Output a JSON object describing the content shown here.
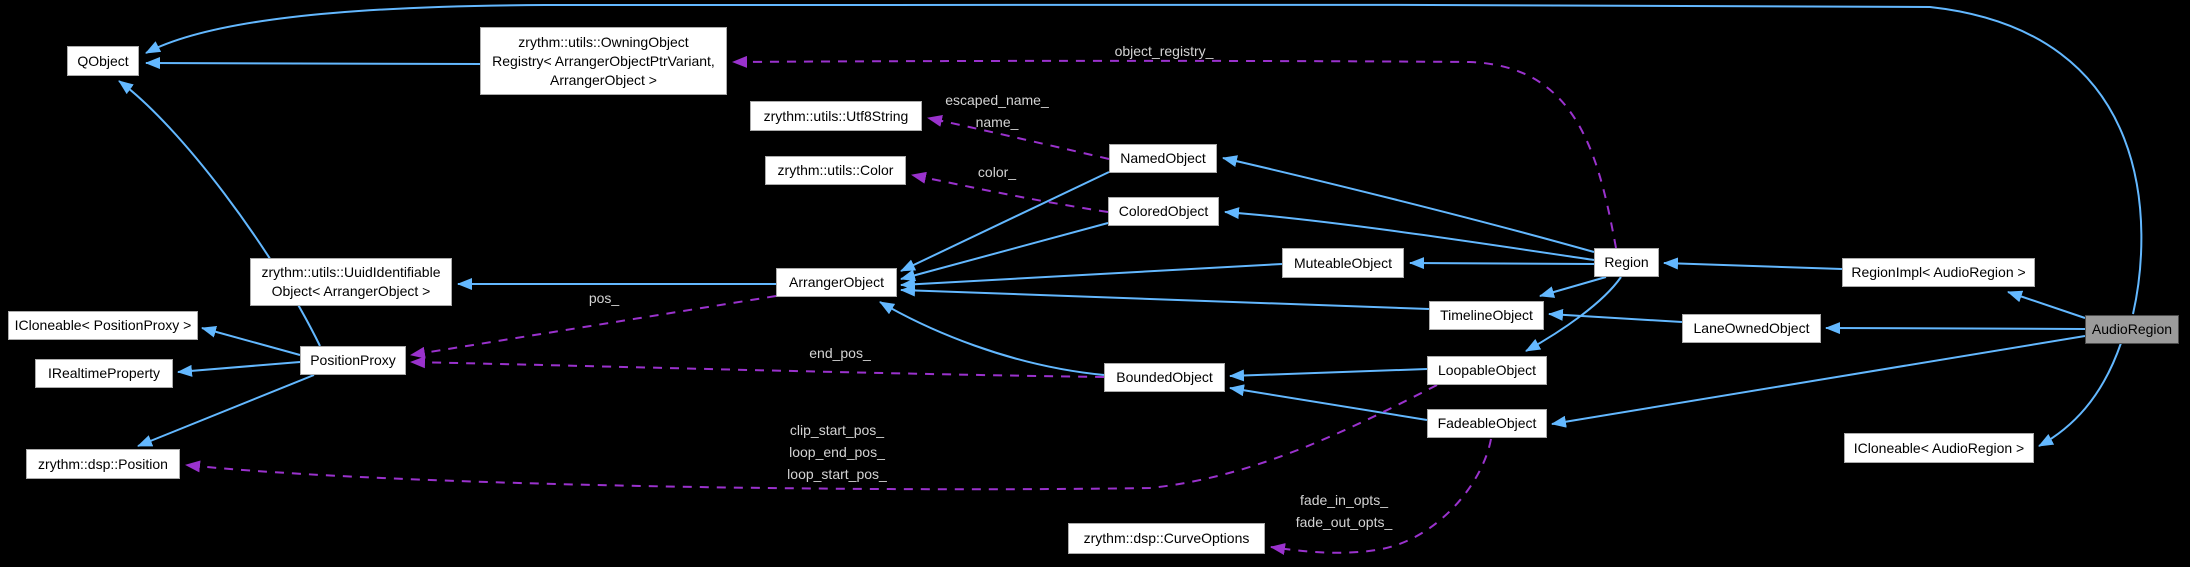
{
  "diagram": {
    "type": "class-collaboration-graph",
    "colors": {
      "background": "#000000",
      "inheritance_edge": "#63B8FF",
      "usage_edge": "#9A32CD",
      "node_fill": "#FFFFFF",
      "node_border": "#ABABAB",
      "node_text": "#000000",
      "highlight_node_fill": "#9B9B9B",
      "highlight_node_border": "#4D4D4D",
      "edge_label_text": "#D3D3D3"
    },
    "nodes": {
      "qobject": {
        "label": "QObject"
      },
      "owning_object_registry": {
        "label": "zrythm::utils::OwningObject\nRegistry< ArrangerObjectPtrVariant,\nArrangerObject >"
      },
      "utf8_string": {
        "label": "zrythm::utils::Utf8String"
      },
      "color": {
        "label": "zrythm::utils::Color"
      },
      "named_object": {
        "label": "NamedObject"
      },
      "colored_object": {
        "label": "ColoredObject"
      },
      "uuid_identifiable_object": {
        "label": "zrythm::utils::UuidIdentifiable\nObject< ArrangerObject >"
      },
      "icloneable_position_proxy": {
        "label": "ICloneable< PositionProxy >"
      },
      "irealtime_property": {
        "label": "IRealtimeProperty"
      },
      "position_proxy": {
        "label": "PositionProxy"
      },
      "dsp_position": {
        "label": "zrythm::dsp::Position"
      },
      "arranger_object": {
        "label": "ArrangerObject"
      },
      "muteable_object": {
        "label": "MuteableObject"
      },
      "timeline_object": {
        "label": "TimelineObject"
      },
      "bounded_object": {
        "label": "BoundedObject"
      },
      "loopable_object": {
        "label": "LoopableObject"
      },
      "fadeable_object": {
        "label": "FadeableObject"
      },
      "region": {
        "label": "Region"
      },
      "region_impl": {
        "label": "RegionImpl< AudioRegion >"
      },
      "lane_owned_object": {
        "label": "LaneOwnedObject"
      },
      "audio_region": {
        "label": "AudioRegion"
      },
      "icloneable_audio_region": {
        "label": "ICloneable< AudioRegion >"
      },
      "curve_options": {
        "label": "zrythm::dsp::CurveOptions"
      }
    },
    "edge_labels": {
      "object_registry": "object_registry_",
      "name_members": "escaped_name_\nname_",
      "color_member": "color_",
      "pos_member": "pos_",
      "end_pos_member": "end_pos_",
      "loop_members": "clip_start_pos_\nloop_end_pos_\nloop_start_pos_",
      "fade_members": "fade_in_opts_\nfade_out_opts_"
    }
  }
}
